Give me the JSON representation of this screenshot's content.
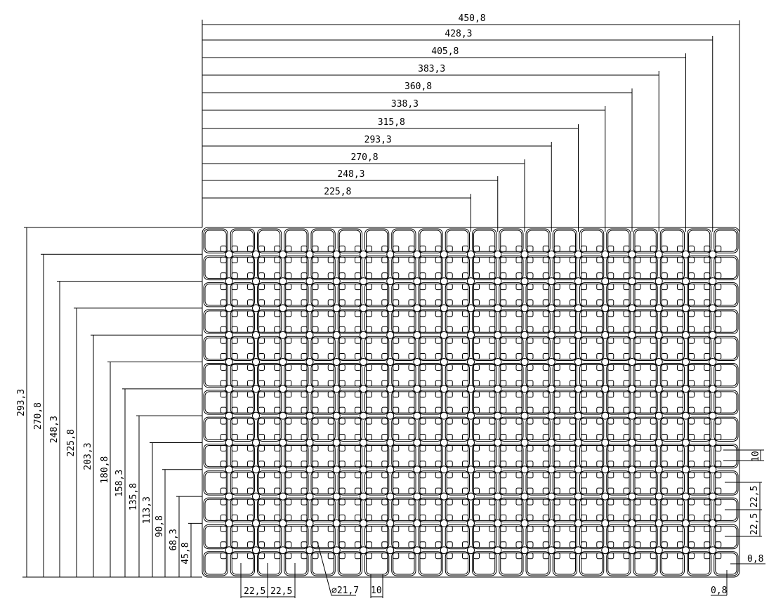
{
  "drawing": {
    "columns": 20,
    "rows": 13,
    "line_color": "#000000",
    "top_dimensions": [
      "450,8",
      "428,3",
      "405,8",
      "383,3",
      "360,8",
      "338,3",
      "315,8",
      "293,3",
      "270,8",
      "248,3",
      "225,8"
    ],
    "left_dimensions": [
      "293,3",
      "270,8",
      "248,3",
      "225,8",
      "203,3",
      "180,8",
      "158,3",
      "135,8",
      "113,3",
      "90,8",
      "68,3",
      "45,8"
    ],
    "bottom_pitch_labels": [
      "22,5",
      "22,5"
    ],
    "hole_diameter_label": "⌀21,7",
    "bottom_gap_label": "10",
    "right_gap_label": "10",
    "right_pitch_labels": [
      "22,5",
      "22,5"
    ],
    "wall_thickness_right_label": "0,8",
    "wall_thickness_bottom_label": "0,8"
  }
}
